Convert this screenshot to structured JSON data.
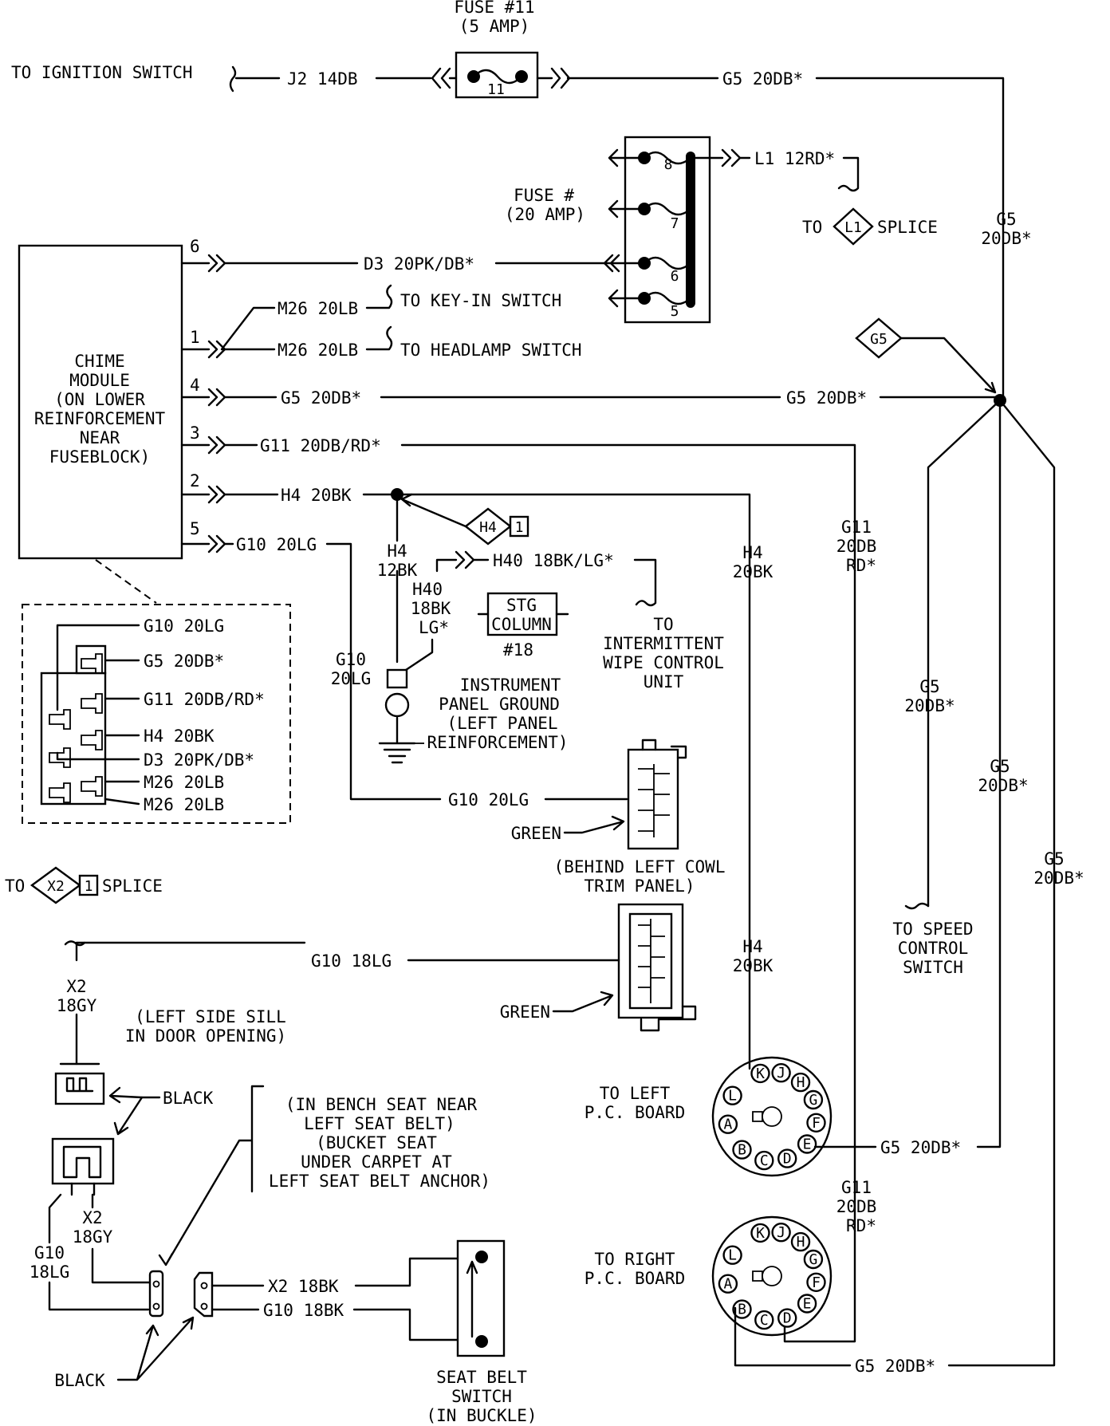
{
  "fuse11": {
    "line1": "FUSE #11",
    "line2": "(5 AMP)",
    "num": "11"
  },
  "fuseblock": {
    "label1": "FUSE #",
    "label2": "(20 AMP)",
    "n8": "8",
    "n7": "7",
    "n6": "6",
    "n5": "5"
  },
  "ignition": "TO IGNITION SWITCH",
  "wires": {
    "j2": "J2 14DB",
    "g5_top": "G5 20DB*",
    "l1": "L1 12RD*",
    "d3": "D3 20PK/DB*",
    "m26_a": "M26 20LB",
    "m26_b": "M26 20LB",
    "g5_pin4": "G5 20DB*",
    "g5_mid": "G5 20DB*",
    "g11_pin3": "G11 20DB/RD*",
    "h4_pin2": "H4 20BK",
    "g10_pin5": "G10 20LG",
    "h40": "H40 18BK/LG*",
    "g10_cowl": "G10 20LG",
    "g10_18": "G10 18LG",
    "g5_left_pcb": "G5 20DB*",
    "g5_right_pcb": "G5 20DB*",
    "x2_18bk": "X2 18BK",
    "g10_18bk": "G10 18BK"
  },
  "vlabels": {
    "g5_right_1": "G5",
    "g5_right_2": "20DB*",
    "g5_a1": "G5",
    "g5_a2": "20DB*",
    "g5_b1": "G5",
    "g5_b2": "20DB*",
    "g5_c1": "G5",
    "g5_c2": "20DB*",
    "g11_1": "G11",
    "g11_2": "20DB",
    "g11_3": "RD*",
    "g11b_1": "G11",
    "g11b_2": "20DB",
    "g11b_3": "RD*",
    "h4a_1": "H4",
    "h4a_2": "20BK",
    "h4b_1": "H4",
    "h4b_2": "20BK",
    "h4c_1": "H4",
    "h4c_2": "12BK",
    "h40_1": "H40",
    "h40_2": "18BK",
    "h40_3": "LG*",
    "g10v_1": "G10",
    "g10v_2": "20LG",
    "x2a_1": "X2",
    "x2a_2": "18GY",
    "x2b_1": "X2",
    "x2b_2": "18GY",
    "g10s_1": "G10",
    "g10s_2": "18LG"
  },
  "dests": {
    "keyin": "TO KEY-IN SWITCH",
    "headlamp": "TO HEADLAMP SWITCH",
    "l1_to": "TO",
    "l1_splice": "SPLICE",
    "l1_badge": "L1",
    "g5_badge": "G5",
    "h4_badge": "H4",
    "h4_badge_num": "1",
    "x2_to": "TO",
    "x2_badge": "X2",
    "x2_badge_num": "1",
    "x2_splice": "SPLICE",
    "wipe1": "TO",
    "wipe2": "INTERMITTENT",
    "wipe3": "WIPE CONTROL",
    "wipe4": "UNIT",
    "speed1": "TO SPEED",
    "speed2": "CONTROL",
    "speed3": "SWITCH"
  },
  "chime": {
    "l1": "CHIME",
    "l2": "MODULE",
    "l3": "(ON LOWER",
    "l4": "REINFORCEMENT",
    "l5": "NEAR",
    "l6": "FUSEBLOCK)",
    "p6": "6",
    "p1": "1",
    "p4": "4",
    "p3": "3",
    "p2": "2",
    "p5": "5"
  },
  "connector": {
    "g10": "G10 20LG",
    "g5": "G5 20DB*",
    "g11": "G11 20DB/RD*",
    "h4": "H4 20BK",
    "d3": "D3 20PK/DB*",
    "m26a": "M26 20LB",
    "m26b": "M26 20LB"
  },
  "stg": {
    "l1": "STG",
    "l2": "COLUMN",
    "l3": "#18"
  },
  "ground": {
    "l1": "INSTRUMENT",
    "l2": "PANEL GROUND",
    "l3": "(LEFT PANEL",
    "l4": "REINFORCEMENT)"
  },
  "cowl": {
    "green1": "GREEN",
    "green2": "GREEN",
    "l1": "(BEHIND LEFT COWL",
    "l2": "TRIM PANEL)"
  },
  "sill": {
    "l1": "(LEFT SIDE SILL",
    "l2": "IN DOOR OPENING)",
    "black1": "BLACK",
    "black2": "BLACK"
  },
  "seat": {
    "l1": "(IN BENCH SEAT NEAR",
    "l2": "LEFT SEAT BELT)",
    "l3": "(BUCKET SEAT",
    "l4": "UNDER CARPET AT",
    "l5": "LEFT SEAT BELT ANCHOR)"
  },
  "belt": {
    "l1": "SEAT BELT",
    "l2": "SWITCH",
    "l3": "(IN BUCKLE)"
  },
  "pcb_left": {
    "l1": "TO LEFT",
    "l2": "P.C. BOARD"
  },
  "pcb_right": {
    "l1": "TO RIGHT",
    "l2": "P.C. BOARD"
  },
  "pins": [
    "K",
    "J",
    "H",
    "G",
    "F",
    "E",
    "D",
    "C",
    "B",
    "A",
    "L"
  ]
}
